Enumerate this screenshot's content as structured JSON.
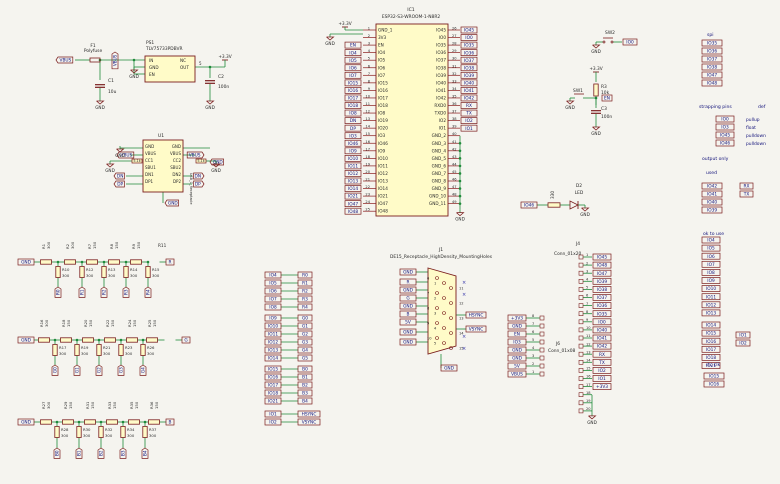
{
  "colors": {
    "wire": "#1f8a3a",
    "body": "#7a1d1d",
    "fill": "#fffbc8",
    "label": "#12127a",
    "text": "#2a2a2a",
    "pin": "#8a1a1a",
    "bg": "#f5f4ef"
  },
  "mcu": {
    "ref": "IC1",
    "value": "ESP32-S3-WROOM-1-N8R2",
    "power": "+3.3V",
    "gnd": "GND",
    "left_pins": [
      "GND_1",
      "3V3",
      "EN",
      "IO4",
      "IO5",
      "IO6",
      "IO7",
      "IO15",
      "IO16",
      "IO17",
      "IO18",
      "IO8",
      "IO19",
      "IO20",
      "IO3",
      "IO46",
      "IO9",
      "IO10",
      "IO11",
      "IO12",
      "IO13",
      "IO14",
      "IO21",
      "IO47",
      "IO48"
    ],
    "left_nums": [
      "1",
      "2",
      "3",
      "4",
      "5",
      "6",
      "7",
      "8",
      "9",
      "10",
      "11",
      "12",
      "13",
      "14",
      "15",
      "16",
      "17",
      "18",
      "19",
      "20",
      "21",
      "22",
      "23",
      "24",
      "25"
    ],
    "left_labels": [
      "",
      "",
      "EN",
      "IO4",
      "IO5",
      "IO6",
      "IO7",
      "IO15",
      "IO16",
      "IO17",
      "IO18",
      "IO8",
      "DN",
      "DP",
      "IO3",
      "IO46",
      "IO9",
      "IO10",
      "IO11",
      "IO12",
      "IO13",
      "IO14",
      "IO21",
      "IO47",
      "IO48"
    ],
    "right_pins": [
      "IO45",
      "IO0",
      "IO35",
      "IO36",
      "IO37",
      "IO38",
      "IO39",
      "IO40",
      "IO41",
      "IO42",
      "RXD0",
      "TXD0",
      "IO2",
      "IO1",
      "GND_2",
      "GND_3",
      "GND_4",
      "GND_5",
      "GND_6",
      "GND_7",
      "GND_8",
      "GND_9",
      "GND_10",
      "GND_11"
    ],
    "right_nums": [
      "26",
      "27",
      "28",
      "29",
      "30",
      "31",
      "32",
      "33",
      "34",
      "35",
      "36",
      "37",
      "38",
      "39",
      "40",
      "41",
      "42",
      "43",
      "44",
      "45",
      "46",
      "47",
      "48",
      "49"
    ],
    "right_labels": [
      "IO45",
      "IO0",
      "IO35",
      "IO36",
      "IO37",
      "IO38",
      "IO39",
      "IO40",
      "IO41",
      "IO42",
      "RX",
      "TX",
      "IO2",
      "IO1"
    ]
  },
  "power": {
    "fuse_ref": "F1",
    "fuse_value": "Polyfuse",
    "vbus": "VBUS",
    "reg_ref": "PS1",
    "reg_value": "TLV75733PDBVR",
    "reg_pins_left": [
      "IN",
      "GND",
      "EN"
    ],
    "reg_pins_right": [
      "NC",
      "OUT"
    ],
    "c1_ref": "C1",
    "c1_value": "10u",
    "c2_ref": "C2",
    "c2_value": "100n",
    "out_label": "+3.3V",
    "gnd": "GND"
  },
  "usb": {
    "ref": "U1",
    "value": "USB_C_Receptacle",
    "left_pins": [
      "GND",
      "VBUS",
      "CC1",
      "SBU1",
      "DN1",
      "DP1"
    ],
    "right_pins": [
      "GND",
      "VBUS",
      "CC2",
      "SBU2",
      "DN2",
      "DP2"
    ],
    "r_left": "5.1k",
    "r_right": "5.1k",
    "labels": [
      "VBUS",
      "VBUS",
      "DN",
      "DP",
      "DN",
      "DP"
    ],
    "gnd": "GND"
  },
  "reset": {
    "sw_ref": "SW1",
    "r_ref": "R3",
    "r_value": "10k",
    "c_ref": "C3",
    "c_value": "100n",
    "power": "+3.3V",
    "gnd": "GND",
    "label": "EN"
  },
  "boot": {
    "sw_ref": "SW2",
    "label": "IO0",
    "gnd": "GND"
  },
  "led": {
    "net": "IO46",
    "r_ref": "R1",
    "r_value": "330",
    "d_ref": "D2",
    "d_value": "LED",
    "gnd": "GND"
  },
  "vga": {
    "ref": "J1",
    "value": "DE15_Receptacle_HighDensity_MountingHoles",
    "pin_nums": [
      "6",
      "1",
      "11",
      "7",
      "2",
      "12",
      "8",
      "3",
      "13",
      "9",
      "4",
      "14",
      "10",
      "5",
      "15"
    ],
    "left_nets": [
      "GND",
      "R",
      "GND",
      "G",
      "GND",
      "B",
      "5V",
      "GND",
      "GND"
    ],
    "right_nets": [
      "HSYNC",
      "VSYNC"
    ],
    "shield": "GND"
  },
  "dac_red": {
    "refs_top": [
      "R1",
      "R2",
      "R7",
      "R8",
      "R9"
    ],
    "vals_top": [
      "300",
      "300",
      "150",
      "150",
      "150"
    ],
    "refs_bot": [
      "R10",
      "R12",
      "R13",
      "R14",
      "R15"
    ],
    "vals_bot": [
      "300",
      "300",
      "300",
      "300",
      "300"
    ],
    "r11": "R11",
    "out": "R",
    "gnd": "GND",
    "inputs": [
      "R0",
      "R1",
      "R2",
      "R3",
      "R4"
    ]
  },
  "dac_green": {
    "refs_top": [
      "R16",
      "R18",
      "R20",
      "R22",
      "R24",
      "R25"
    ],
    "vals_top": [
      "300",
      "150",
      "150",
      "150",
      "150",
      "150"
    ],
    "refs_bot": [
      "R17",
      "R19",
      "R21",
      "R23",
      "R26"
    ],
    "vals_bot": [
      "300",
      "300",
      "300",
      "300",
      "300"
    ],
    "out": "G",
    "gnd": "GND",
    "inputs": [
      "G0",
      "G1",
      "G2",
      "G3",
      "G4",
      "G5"
    ]
  },
  "dac_blue": {
    "refs_top": [
      "R27",
      "R29",
      "R31",
      "R33",
      "R35",
      "R36"
    ],
    "vals_top": [
      "300",
      "150",
      "150",
      "150",
      "150",
      "150"
    ],
    "refs_bot": [
      "R28",
      "R30",
      "R32",
      "R34",
      "R37"
    ],
    "vals_bot": [
      "300",
      "300",
      "300",
      "300",
      "300"
    ],
    "out": "B",
    "gnd": "GND",
    "inputs": [
      "B0",
      "B1",
      "B2",
      "B3",
      "B4"
    ]
  },
  "mapping": [
    [
      "IO4",
      "R0"
    ],
    [
      "IO5",
      "R1"
    ],
    [
      "IO6",
      "R2"
    ],
    [
      "IO7",
      "R3"
    ],
    [
      "IO8",
      "R4"
    ],
    [
      "IO9",
      "G0"
    ],
    [
      "IO10",
      "G1"
    ],
    [
      "IO11",
      "G2"
    ],
    [
      "IO12",
      "G3"
    ],
    [
      "IO13",
      "G4"
    ],
    [
      "IO14",
      "G5"
    ],
    [
      "IO15",
      "B0"
    ],
    [
      "IO16",
      "B1"
    ],
    [
      "IO17",
      "B2"
    ],
    [
      "IO18",
      "B3"
    ],
    [
      "IO21",
      "B4"
    ],
    [
      "IO1",
      "HSYNC"
    ],
    [
      "IO2",
      "VSYNC"
    ]
  ],
  "header_j4": {
    "ref": "J4",
    "value": "Conn_01x20",
    "nets": [
      "IO45",
      "IO48",
      "IO47",
      "IO39",
      "IO38",
      "IO37",
      "IO36",
      "IO35",
      "IO0",
      "IO40",
      "IO41",
      "IO42",
      "RX",
      "TX",
      "IO2",
      "IO1",
      "+3V3",
      "GND",
      "GND",
      "GND"
    ]
  },
  "header_j6": {
    "ref": "J6",
    "value": "Conn_01x08",
    "nets": [
      "+3V3",
      "GND",
      "EN",
      "IO3",
      "GND",
      "GND",
      "5V",
      "VBUS"
    ],
    "nums": [
      "8",
      "7",
      "6",
      "5",
      "4",
      "3",
      "2",
      "1"
    ]
  },
  "notes": {
    "spi_title": "spi",
    "spi": [
      "IO35",
      "IO36",
      "IO37",
      "IO38",
      "IO47",
      "IO48"
    ],
    "strap_title": "strapping pins",
    "strap_def": "def",
    "strap": [
      "IO0",
      "IO3",
      "IO45",
      "IO46"
    ],
    "strap_vals": [
      "pullup",
      "float",
      "pulldown",
      "pulldown"
    ],
    "output_title": "output only",
    "used_title": "used",
    "used": [
      "IO42",
      "IO41",
      "IO40",
      "IO39"
    ],
    "used_right": [
      "RX",
      "TX"
    ],
    "ok_title": "ok to use",
    "ok": [
      "IO4",
      "IO5",
      "IO6",
      "IO7",
      "IO8",
      "IO9",
      "IO10",
      "IO11",
      "IO12",
      "IO13",
      "IO14",
      "IO15",
      "IO16",
      "IO17",
      "IO18",
      "IO21"
    ],
    "ok_right": [
      "IO1",
      "IO2"
    ],
    "rtc_title": "rtc clk",
    "rtc": [
      "IO15",
      "IO16"
    ]
  }
}
